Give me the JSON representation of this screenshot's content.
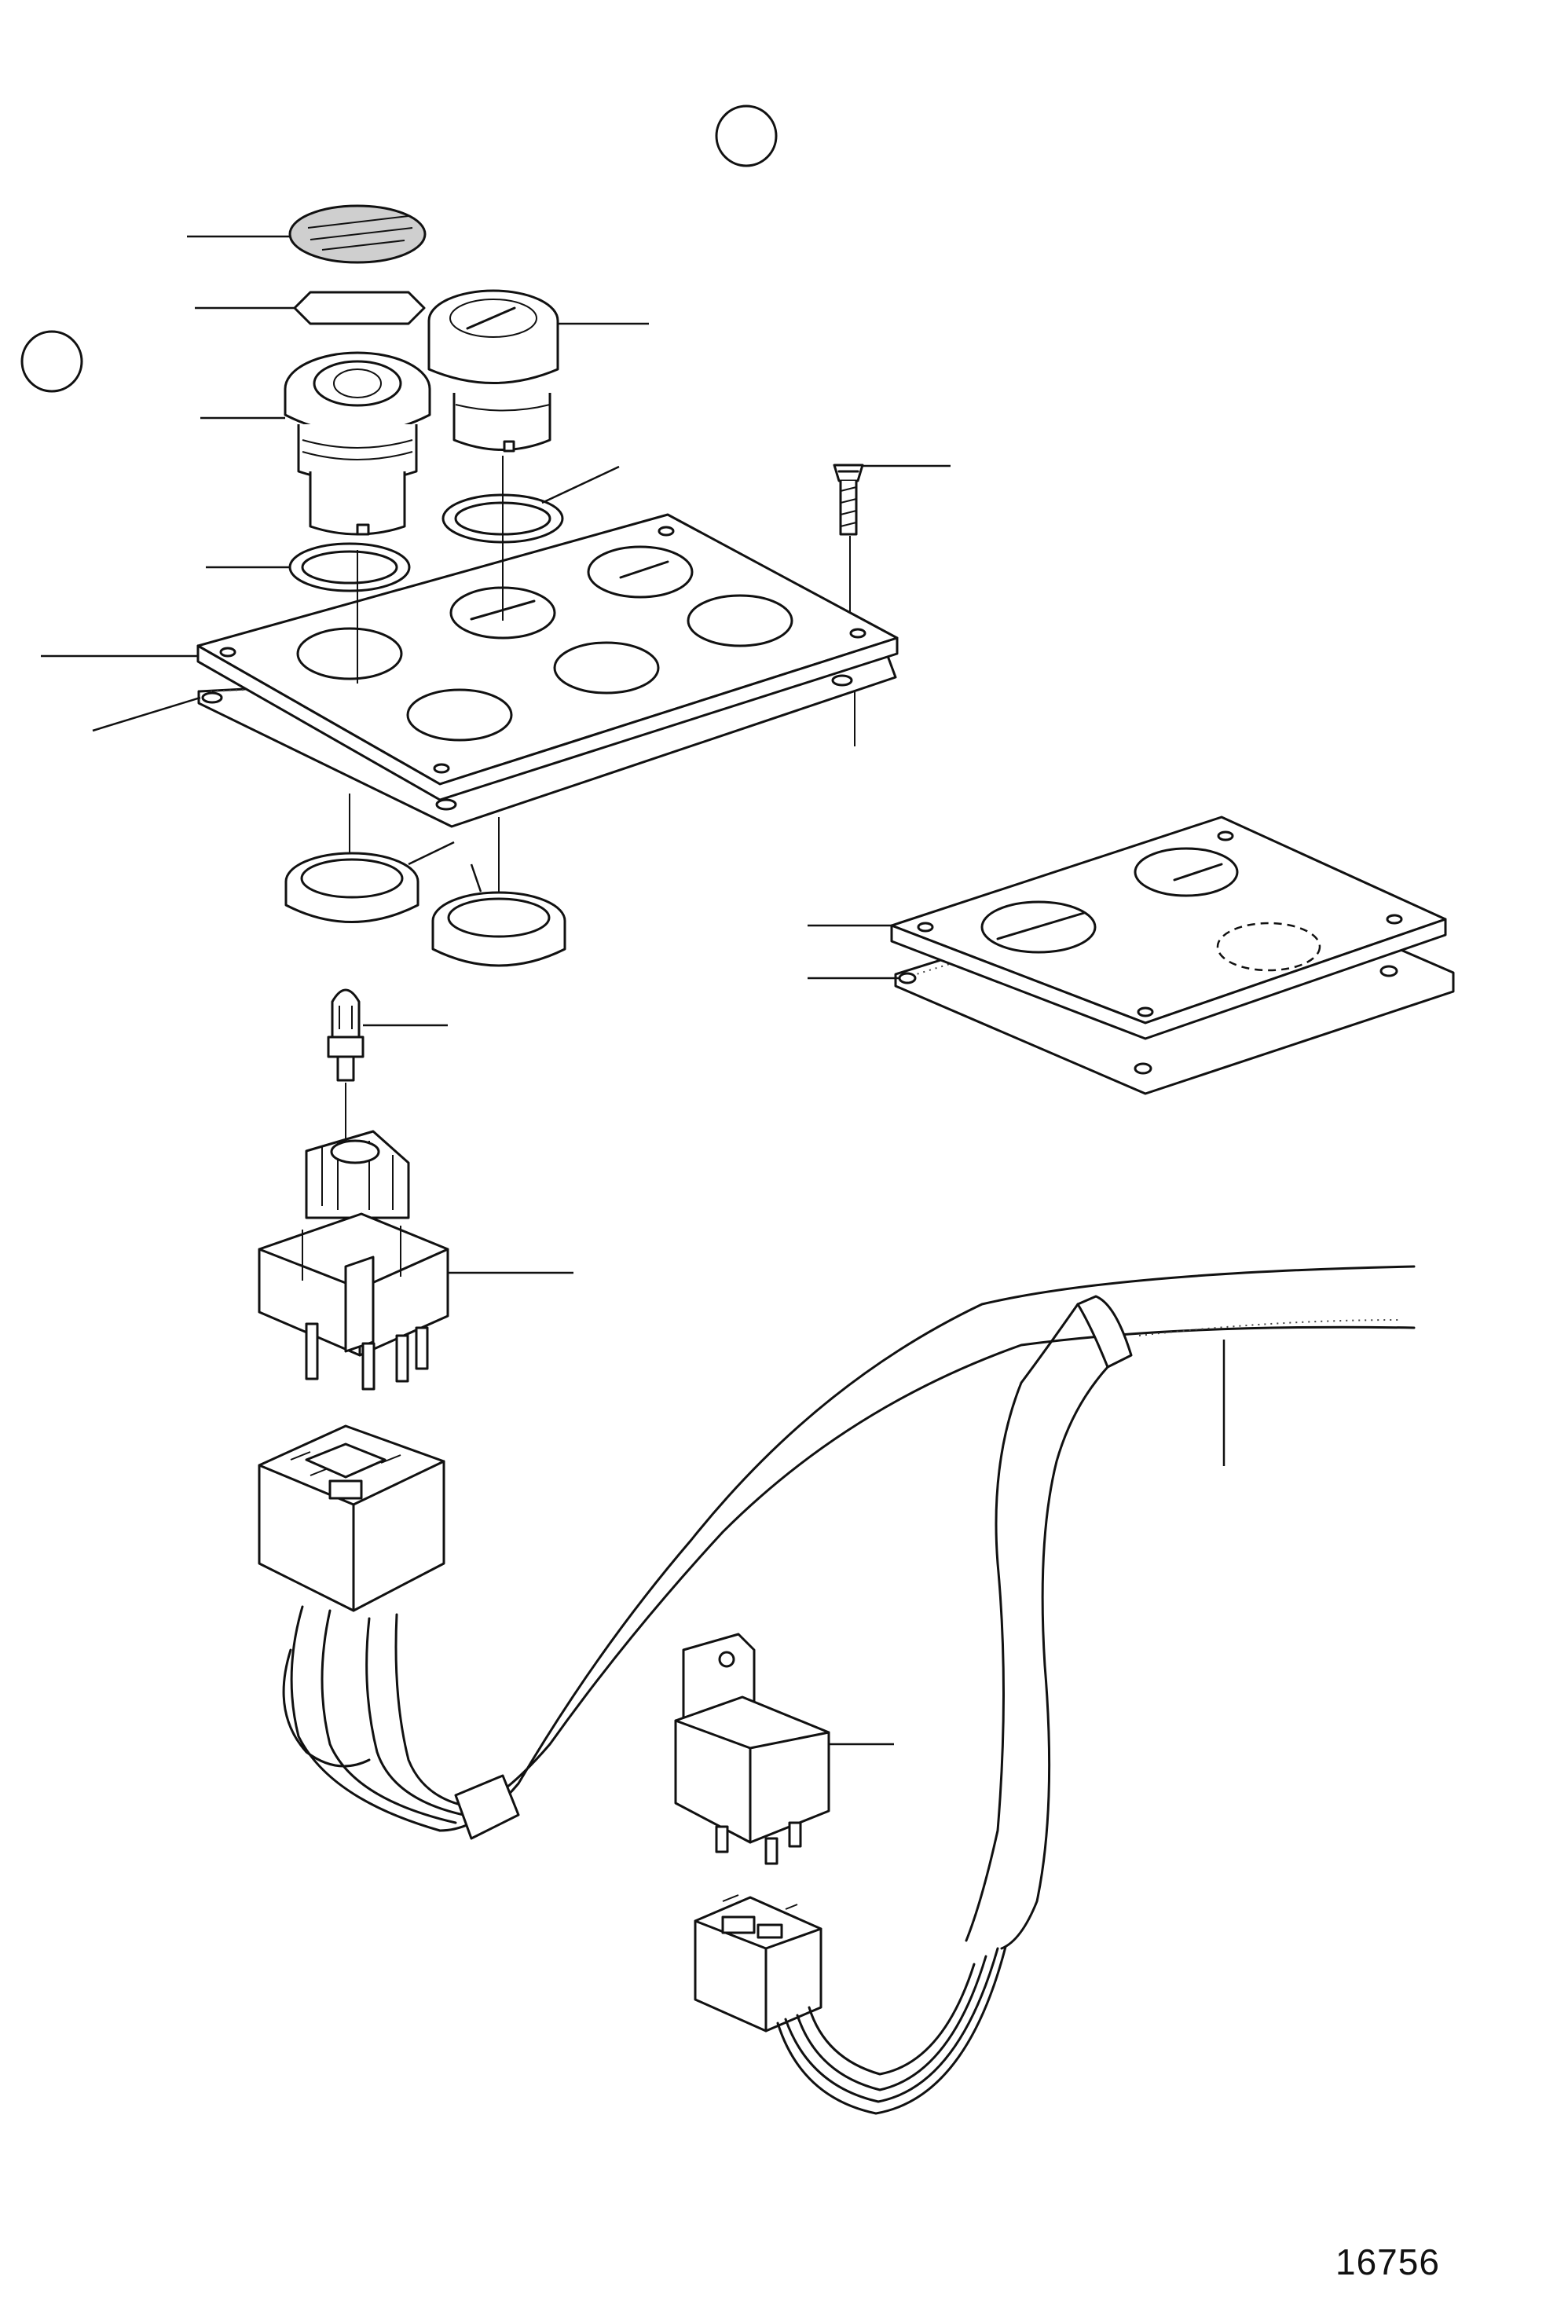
{
  "figure": {
    "number": "16756"
  },
  "colors": {
    "line": "#111111",
    "background": "#ffffff"
  },
  "parts": [
    "round-marker-top",
    "round-marker-left",
    "indicator-lens-cap",
    "lens-retainer-ring",
    "indicator-lamp-housing",
    "key-switch-housing",
    "sealing-ring",
    "sealing-ring",
    "mounting-screw",
    "instrument-panel-6-hole",
    "panel-gasket",
    "lock-nut",
    "lock-nut",
    "bulb",
    "switch-body",
    "instrument-panel-3-hole",
    "panel-gasket-3-hole",
    "relay-socket-large",
    "wiring-harness",
    "relay",
    "relay-socket-small"
  ]
}
